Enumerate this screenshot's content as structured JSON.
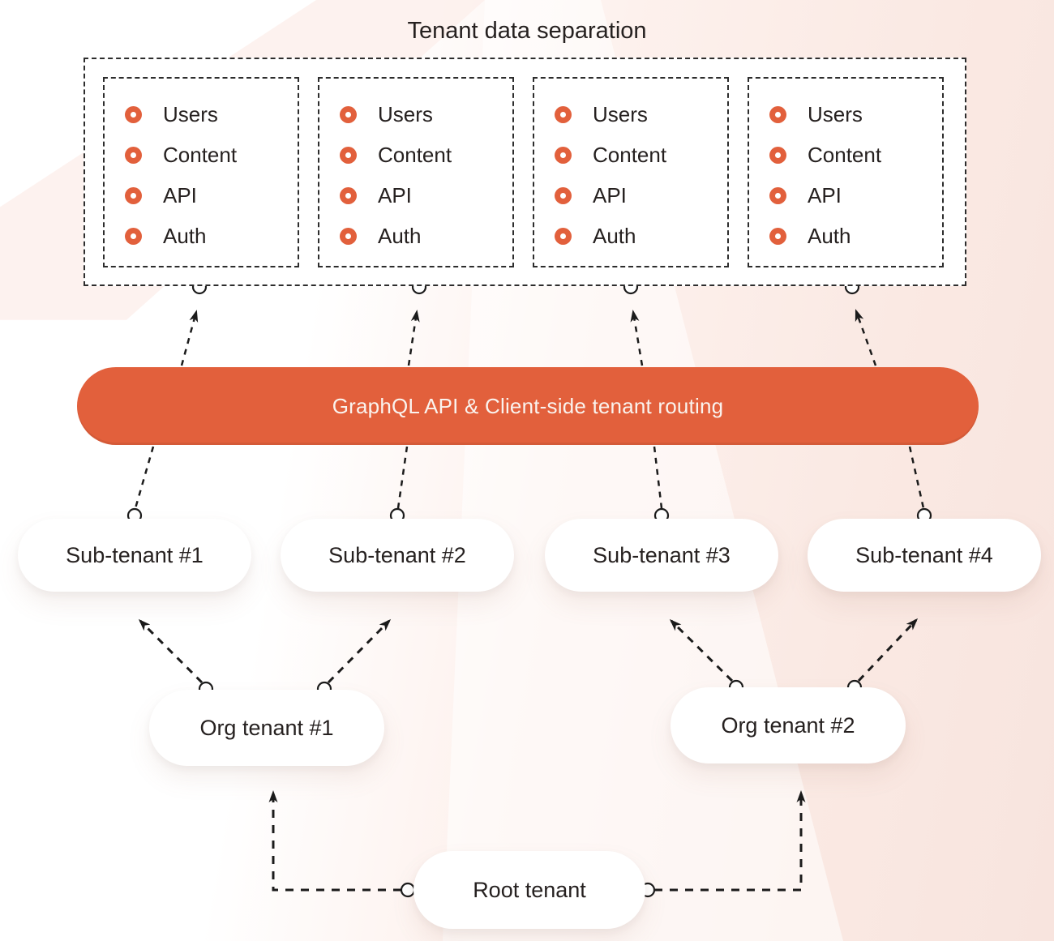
{
  "title": "Tenant data separation",
  "colors": {
    "accent": "#E2603C",
    "bar_text": "#FAF3EE",
    "text": "#262120",
    "connector_line": "#1B1B1B",
    "background_tint": "#F9E7E1",
    "node_background": "#FFFFFF"
  },
  "tenant_boxes": [
    {
      "items": [
        "Users",
        "Content",
        "API",
        "Auth"
      ]
    },
    {
      "items": [
        "Users",
        "Content",
        "API",
        "Auth"
      ]
    },
    {
      "items": [
        "Users",
        "Content",
        "API",
        "Auth"
      ]
    },
    {
      "items": [
        "Users",
        "Content",
        "API",
        "Auth"
      ]
    }
  ],
  "routing_bar": {
    "label": "GraphQL API & Client-side tenant routing"
  },
  "sub_tenants": [
    {
      "label": "Sub-tenant #1"
    },
    {
      "label": "Sub-tenant #2"
    },
    {
      "label": "Sub-tenant #3"
    },
    {
      "label": "Sub-tenant #4"
    }
  ],
  "org_tenants": [
    {
      "label": "Org tenant #1"
    },
    {
      "label": "Org tenant #2"
    }
  ],
  "root_tenant": {
    "label": "Root tenant"
  }
}
